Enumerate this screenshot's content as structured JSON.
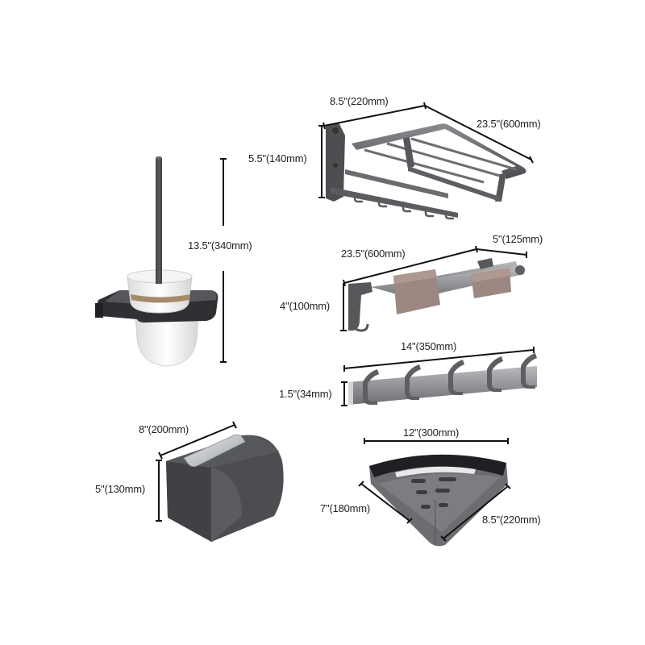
{
  "products": [
    {
      "name": "toilet-brush-holder",
      "dimensions": {
        "height": "13.5\"(340mm)"
      }
    },
    {
      "name": "folding-towel-rack",
      "dimensions": {
        "depth": "8.5\"(220mm)",
        "width": "23.5\"(600mm)",
        "height": "5.5\"(140mm)"
      }
    },
    {
      "name": "double-towel-bar",
      "dimensions": {
        "width": "23.5\"(600mm)",
        "depth": "5\"(125mm)",
        "height": "4\"(100mm)"
      }
    },
    {
      "name": "robe-hook-rail",
      "dimensions": {
        "width": "14\"(350mm)",
        "height": "1.5\"(34mm)"
      }
    },
    {
      "name": "toilet-paper-holder",
      "dimensions": {
        "width": "8\"(200mm)",
        "height": "5\"(130mm)"
      }
    },
    {
      "name": "corner-shower-shelf",
      "dimensions": {
        "width": "12\"(300mm)",
        "side_a": "7\"(180mm)",
        "side_b": "8.5\"(220mm)"
      }
    }
  ],
  "colors": {
    "metal_dark": "#4a4c50",
    "metal_mid": "#6e7075",
    "metal_light": "#9a9ca0",
    "towel": "#9c8580",
    "ceramic": "#f2f2f2",
    "line": "#111111"
  }
}
